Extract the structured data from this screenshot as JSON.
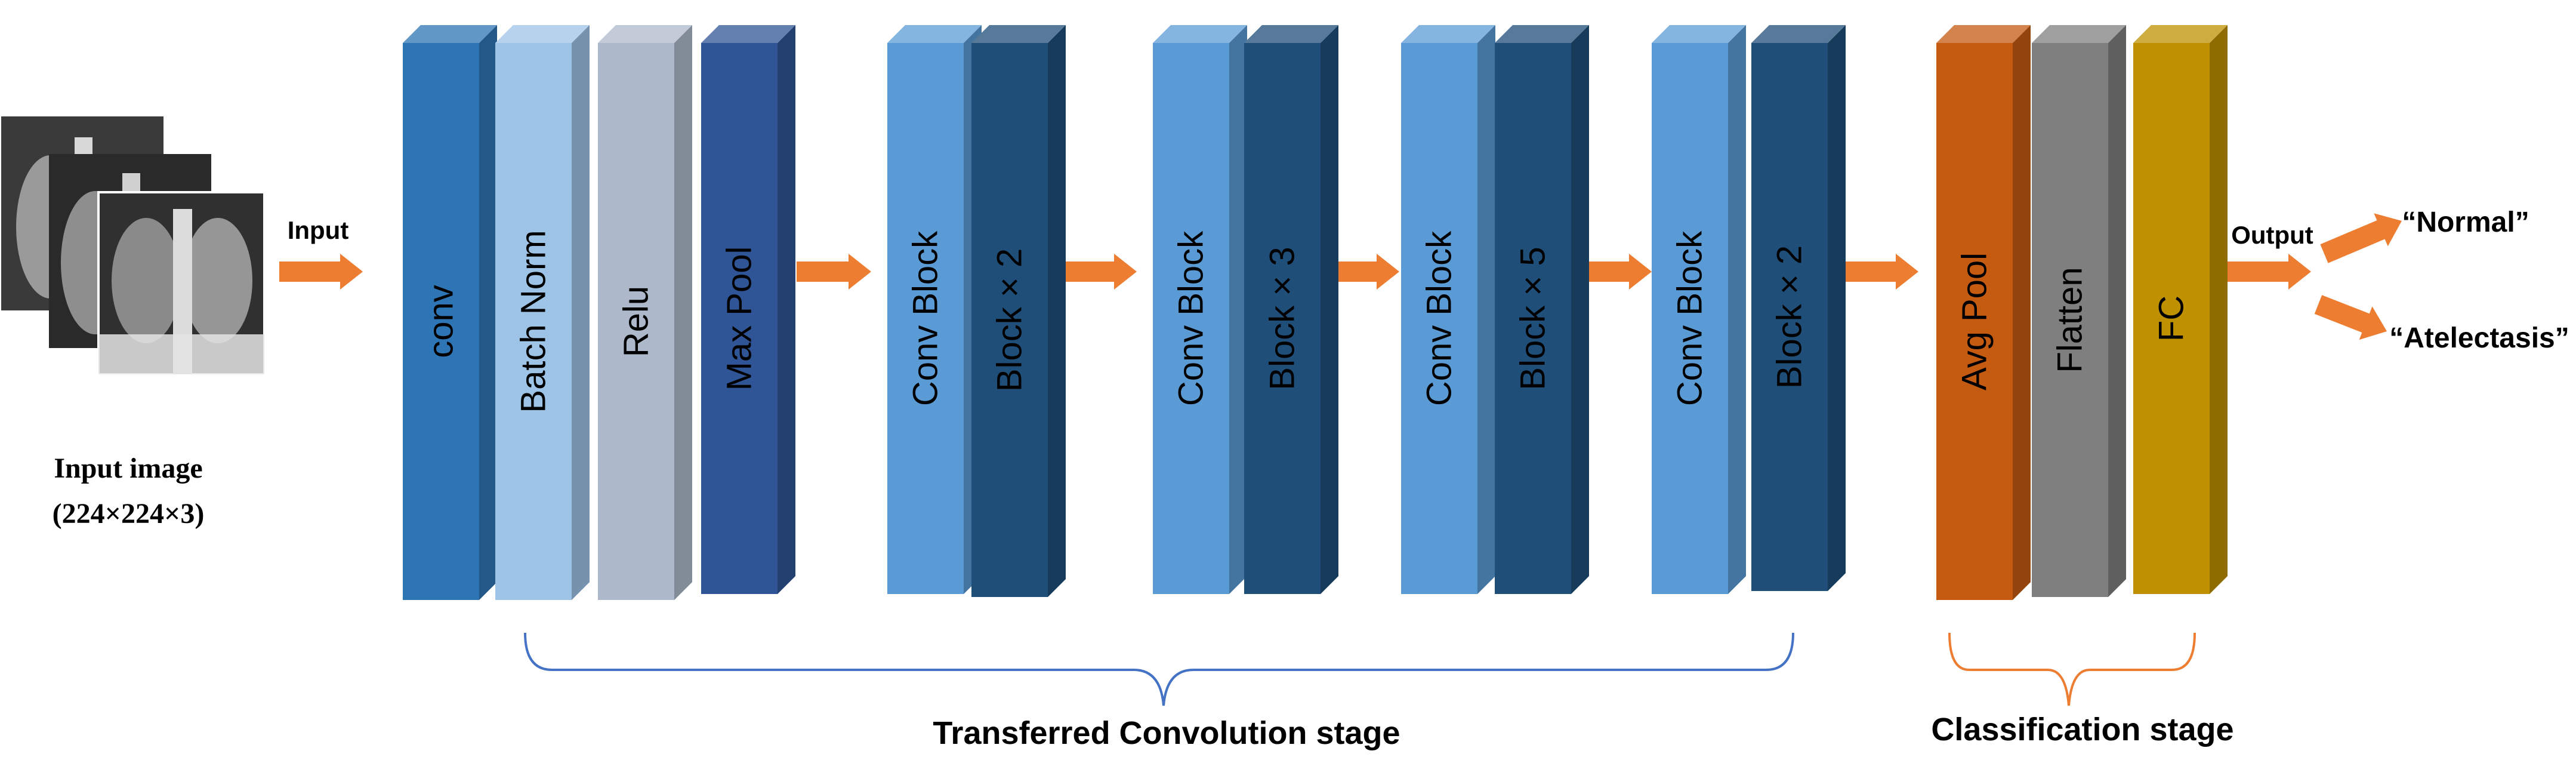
{
  "input": {
    "arrow_label": "Input",
    "caption_line1": "Input image",
    "caption_line2": "(224×224×3)"
  },
  "layers": [
    {
      "id": "conv",
      "label": "conv",
      "color": "#2e75b6"
    },
    {
      "id": "batch-norm",
      "label": "Batch Norm",
      "color": "#9dc3e6"
    },
    {
      "id": "relu",
      "label": "Relu",
      "color": "#adb9ca"
    },
    {
      "id": "max-pool",
      "label": "Max Pool",
      "color": "#2f5597"
    },
    {
      "id": "conv-block-1",
      "label": "Conv Block",
      "color": "#5b9bd5"
    },
    {
      "id": "block-x2-a",
      "label": "Block  × 2",
      "color": "#1f4e79"
    },
    {
      "id": "conv-block-2",
      "label": "Conv Block",
      "color": "#5b9bd5"
    },
    {
      "id": "block-x3",
      "label": "Block  × 3",
      "color": "#1f4e79"
    },
    {
      "id": "conv-block-3",
      "label": "Conv Block",
      "color": "#5b9bd5"
    },
    {
      "id": "block-x5",
      "label": "Block  × 5",
      "color": "#1f4e79"
    },
    {
      "id": "conv-block-4",
      "label": "Conv Block",
      "color": "#5b9bd5"
    },
    {
      "id": "block-x2-b",
      "label": "Block  × 2",
      "color": "#1f4e79"
    },
    {
      "id": "avg-pool",
      "label": "Avg Pool",
      "color": "#c55a11"
    },
    {
      "id": "flatten",
      "label": "Flatten",
      "color": "#7f7f7f"
    },
    {
      "id": "fc",
      "label": "FC",
      "color": "#bf9000"
    }
  ],
  "arrow_color": "#ed7d31",
  "output": {
    "arrow_label": "Output",
    "classes": [
      "“Normal”",
      "“Atelectasis”"
    ]
  },
  "stages": [
    {
      "label": "Transferred Convolution stage",
      "color": "#4472c4"
    },
    {
      "label": "Classification stage",
      "color": "#ed7d31"
    }
  ]
}
